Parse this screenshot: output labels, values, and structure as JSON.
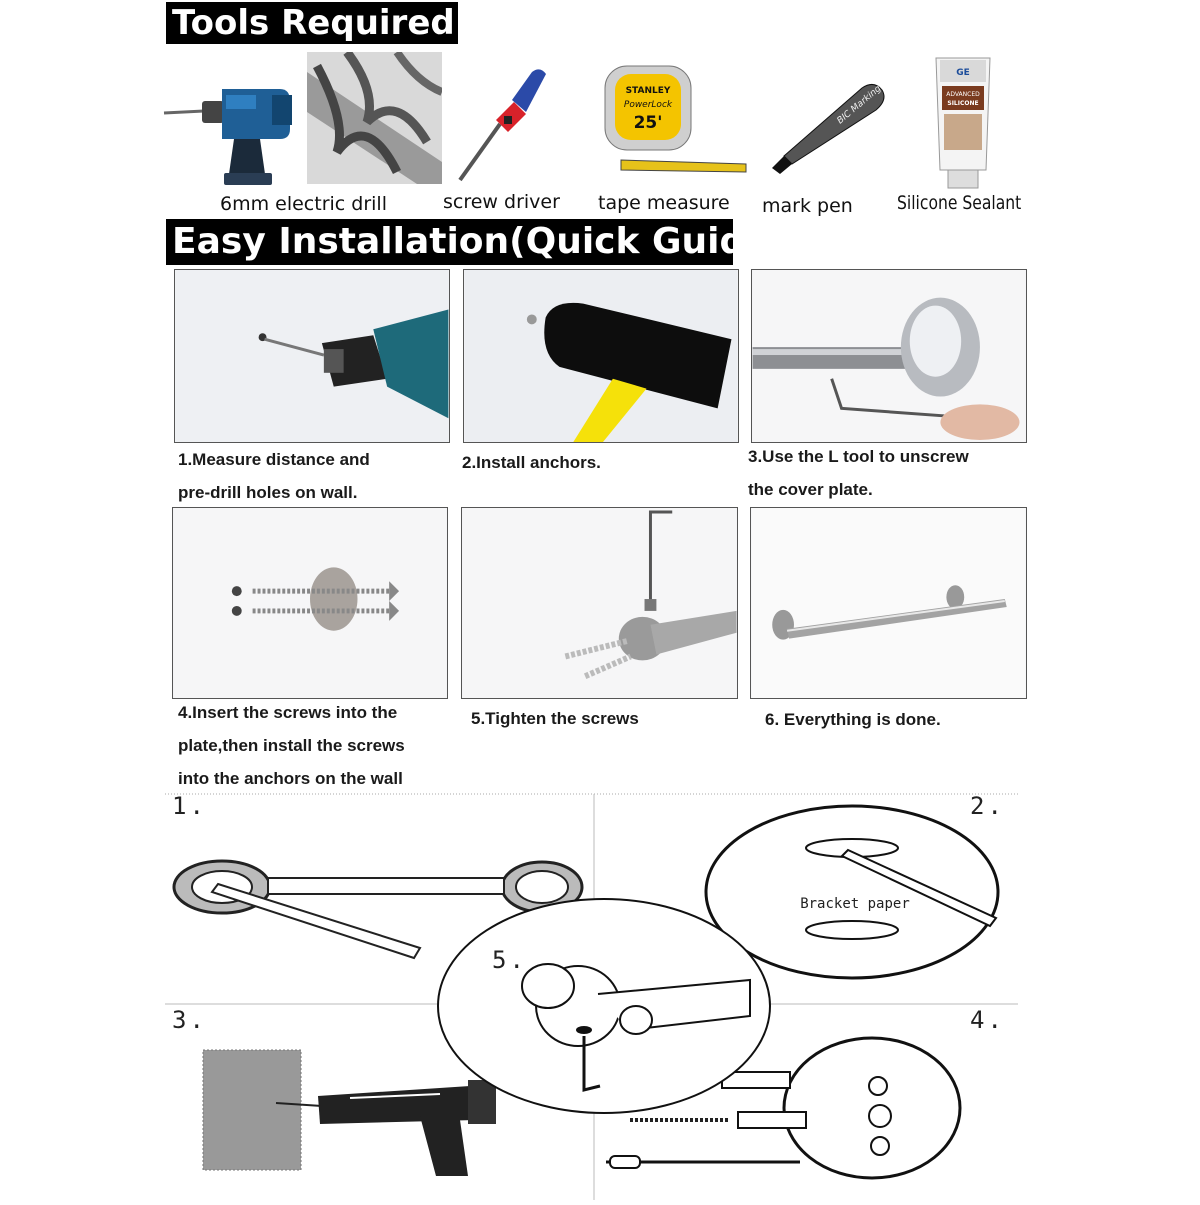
{
  "tools_section": {
    "title": "Tools Required",
    "tools": [
      {
        "label": "6mm electric drill",
        "icon": "electric-drill-icon"
      },
      {
        "label": "screw driver",
        "icon": "screwdriver-icon"
      },
      {
        "label": "tape measure",
        "icon": "tape-measure-icon"
      },
      {
        "label": "mark pen",
        "icon": "marker-pen-icon"
      },
      {
        "label": "Silicone Sealant",
        "icon": "sealant-tube-icon"
      }
    ],
    "tape_brand": "STANLEY",
    "tape_model": "PowerLock",
    "tape_size": "25'",
    "pen_brand": "BIC Marking",
    "tube_brand": "GE",
    "tube_line1": "ADVANCED",
    "tube_line2": "SILICONE"
  },
  "guide_section": {
    "title": "Easy Installation(Quick Guide)",
    "steps": [
      {
        "caption_lines": [
          "1.Measure distance and",
          "pre-drill holes on wall."
        ]
      },
      {
        "caption_lines": [
          "2.Install anchors."
        ]
      },
      {
        "caption_lines": [
          "3.Use the L tool to unscrew",
          "the cover plate."
        ]
      },
      {
        "caption_lines": [
          "4.Insert the screws into the",
          "plate,then install the screws",
          "into the  anchors on the wall"
        ]
      },
      {
        "caption_lines": [
          "5.Tighten the screws"
        ]
      },
      {
        "caption_lines": [
          "6. Everything is done."
        ]
      }
    ]
  },
  "diagram_section": {
    "panel_numbers": [
      "1.",
      "2.",
      "3.",
      "4.",
      "5."
    ],
    "bracket_paper_label": "Bracket paper"
  }
}
